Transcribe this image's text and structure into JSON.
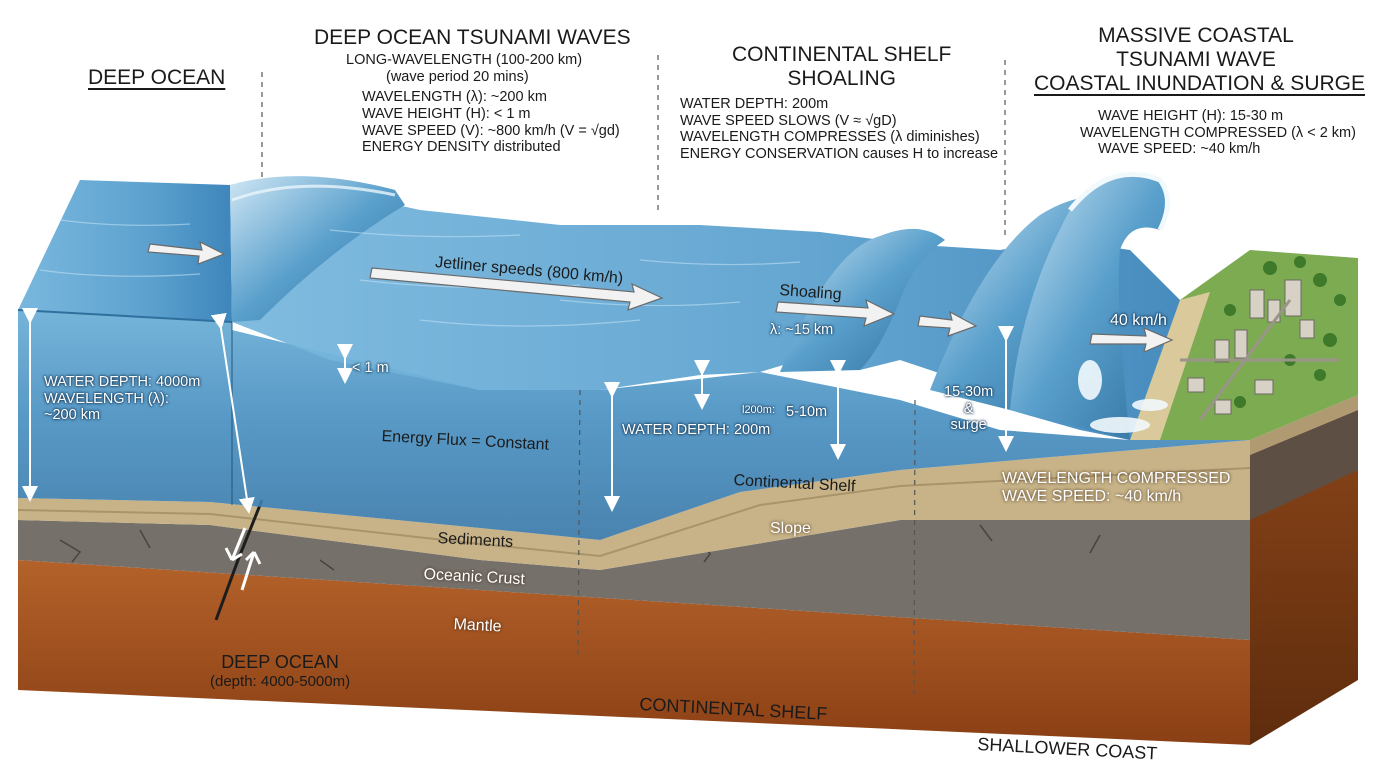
{
  "headers": {
    "deep_ocean": "DEEP OCEAN",
    "deep_waves": "DEEP OCEAN TSUNAMI WAVES",
    "shelf_line1": "CONTINENTAL SHELF",
    "shelf_line2": "SHOALING",
    "coastal_line1": "MASSIVE COASTAL",
    "coastal_line2": "TSUNAMI WAVE",
    "coastal_line3": "COASTAL INUNDATION & SURGE"
  },
  "deep_specs": [
    "LONG-WAVELENGTH (100-200 km)",
    "(wave period 20 mins)",
    "WAVELENGTH (λ): ~200 km",
    "WAVE HEIGHT (H): < 1 m",
    "WAVE SPEED (V): ~800 km/h (V = √gd)",
    "ENERGY DENSITY distributed"
  ],
  "shelf_specs": [
    "WATER DEPTH: 200m",
    "WAVE SPEED SLOWS (V ≈ √gD)",
    "WAVELENGTH COMPRESSES (λ diminishes)",
    "ENERGY CONSERVATION causes H to increase"
  ],
  "coastal_specs": [
    "WAVE HEIGHT (H): 15-30 m",
    "WAVELENGTH COMPRESSED (λ < 2 km)",
    "WAVE SPEED: ~40 km/h"
  ],
  "water_labels": {
    "left_depth": "WATER DEPTH: 4000m",
    "left_wavelength_1": "WAVELENGTH (λ):",
    "left_wavelength_2": "~200 km",
    "wave_height_small": "< 1 m",
    "jetliner": "Jetliner speeds (800 km/h)",
    "shoaling": "Shoaling",
    "lambda_15": "λ: ~15 km",
    "energy_flux": "Energy Flux = Constant",
    "shelf_depth": "WATER DEPTH: 200m",
    "small_note": "l200m:",
    "height_5_10": "5-10m",
    "surge_1": "15-30m",
    "surge_2": "&",
    "surge_3": "surge",
    "speed_40": "40 km/h"
  },
  "ground_labels": {
    "continental_shelf": "Continental Shelf",
    "slope": "Slope",
    "sediments": "Sediments",
    "oceanic_crust": "Oceanic Crust",
    "mantle": "Mantle",
    "coast_wavelength": "WAVELENGTH COMPRESSED",
    "coast_speed": "WAVE SPEED: ~40 km/h"
  },
  "bottom_labels": {
    "deep_ocean": "DEEP OCEAN",
    "deep_depth": "(depth: 4000-5000m)",
    "continental_shelf": "CONTINENTAL SHELF",
    "shallower_coast": "SHALLOWER COAST"
  },
  "colors": {
    "water_surface": "#5fa4cf",
    "water_deep": "#3f86b8",
    "foam": "#e8f4fb",
    "sediment": "#c8b48a",
    "crust": "#77706a",
    "mantle": "#a4541f",
    "land_green": "#7cab52"
  }
}
